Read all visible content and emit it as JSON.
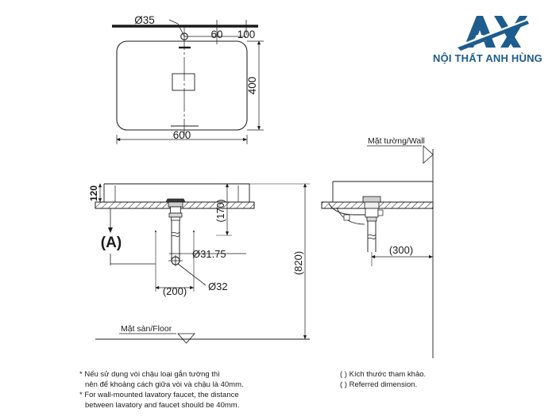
{
  "brand": {
    "logo_icon": "anh-hung-a-mark",
    "logo_color": "#1d5c8e",
    "company_name": "NỘI THẤT ANH HÙNG"
  },
  "drawing": {
    "title": "Lavatory counter basin installation drawing",
    "line_color": "#1b1b1b",
    "top_view": {
      "name": "top-view",
      "width_label": "600",
      "depth_label": "400",
      "hole_diameter_label": "Ø35",
      "offset_label_60": "60",
      "offset_label_100": "100"
    },
    "front_section": {
      "name": "front-section-view",
      "basin_height_label": "120",
      "detail_marker": "(A)",
      "drain_pipe_label": "Ø31.75",
      "trap_outlet_label": "Ø32",
      "trap_height_label": "(170)",
      "floor_offset_label": "(200)",
      "total_height_label": "(820)",
      "floor_label": "Mặt sàn/Floor"
    },
    "side_section": {
      "name": "side-section-view",
      "wall_label": "Mặt tường/Wall",
      "wall_distance_label": "(300)"
    }
  },
  "notes": {
    "left": [
      "* Nếu sử dụng vòi chậu loại gắn tường thì",
      "nên để khoảng cách giữa vòi và chậu là 40mm.",
      "* For wall-mounted lavatory faucet, the distance",
      "between lavatory and faucet should be 40mm."
    ],
    "right": [
      "( ) Kích thước tham khảo.",
      "( ) Referred dimension."
    ]
  }
}
